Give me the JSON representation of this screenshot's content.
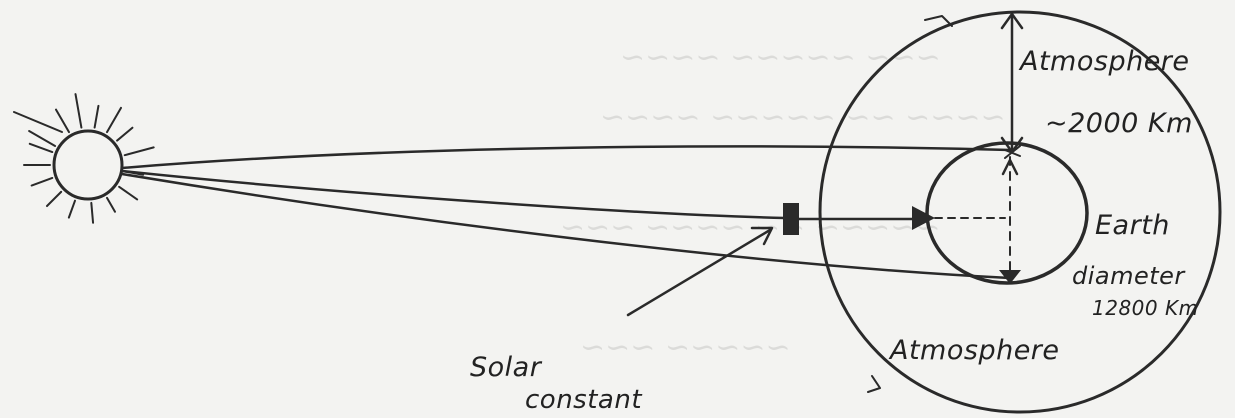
{
  "labels": {
    "atmosphere_top": "Atmosphere",
    "atmosphere_thickness": "~2000 Km",
    "earth": "Earth",
    "diameter": "diameter",
    "diameter_value": "12800 Km",
    "atmosphere_bottom": "Atmosphere",
    "solar_line1": "Solar",
    "solar_line2": "constant"
  },
  "colors": {
    "paper": "#f3f3f1",
    "ink": "#2a2a2a"
  }
}
